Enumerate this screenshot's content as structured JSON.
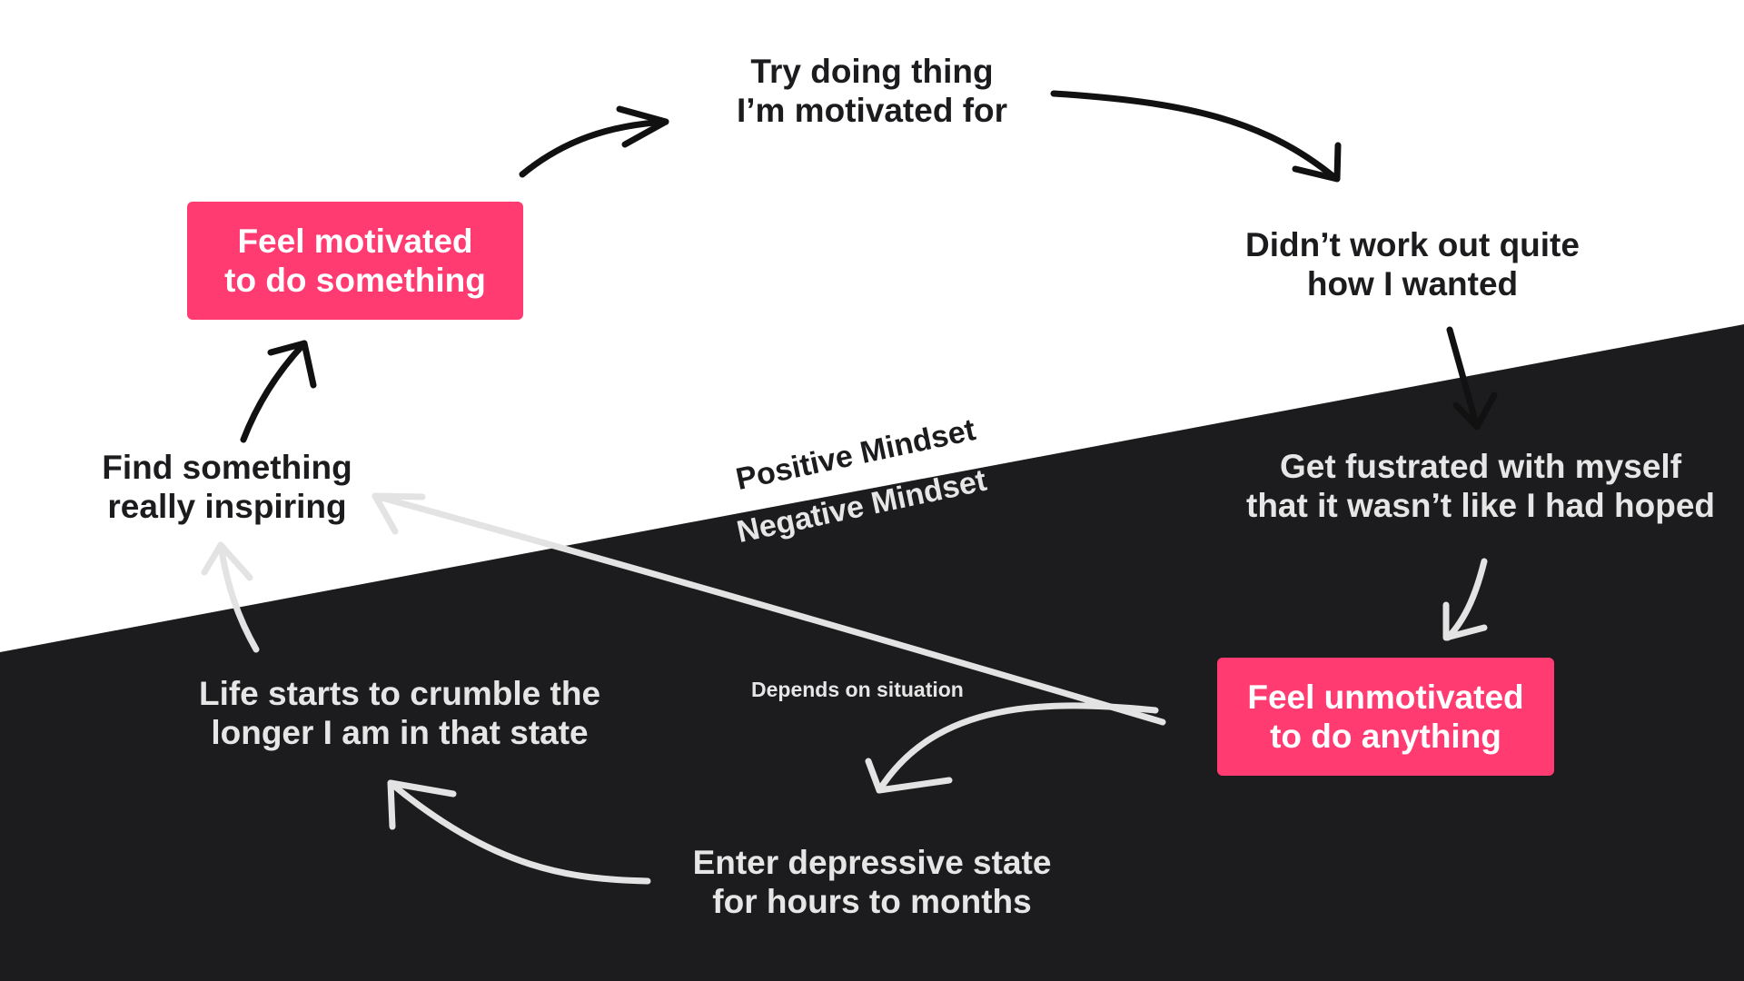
{
  "colors": {
    "background_light": "#ffffff",
    "background_dark": "#1c1c1e",
    "accent_pink": "#ff3b72",
    "arrow_dark": "#111111",
    "arrow_light": "#e3e3e3"
  },
  "regions": {
    "positive_label": "Positive Mindset",
    "negative_label": "Negative Mindset"
  },
  "nodes": {
    "feel_motivated": {
      "line1": "Feel motivated",
      "line2": "to do something"
    },
    "try_doing": {
      "line1": "Try doing thing",
      "line2": "I’m motivated for"
    },
    "didnt_work": {
      "line1": "Didn’t work out quite",
      "line2": "how I wanted"
    },
    "get_frustrated": {
      "line1": "Get fustrated with myself",
      "line2": "that it wasn’t like I had hoped"
    },
    "feel_unmotivated": {
      "line1": "Feel unmotivated",
      "line2": "to do anything"
    },
    "enter_depressive": {
      "line1": "Enter depressive state",
      "line2": "for hours to months"
    },
    "life_crumbles": {
      "line1": "Life starts to crumble the",
      "line2": "longer I am in that state"
    },
    "find_inspiring": {
      "line1": "Find something",
      "line2": "really inspiring"
    }
  },
  "annotations": {
    "depends_on_situation": "Depends on situation"
  },
  "arrows": [
    {
      "from": "feel_motivated",
      "to": "try_doing",
      "icon": "hand-drawn-arrow"
    },
    {
      "from": "try_doing",
      "to": "didnt_work",
      "icon": "hand-drawn-arrow"
    },
    {
      "from": "didnt_work",
      "to": "get_frustrated",
      "icon": "hand-drawn-arrow"
    },
    {
      "from": "get_frustrated",
      "to": "feel_unmotivated",
      "icon": "hand-drawn-arrow"
    },
    {
      "from": "feel_unmotivated",
      "to": "find_inspiring",
      "icon": "hand-drawn-arrow"
    },
    {
      "from": "feel_unmotivated",
      "to": "enter_depressive",
      "icon": "hand-drawn-arrow",
      "label": "Depends on situation"
    },
    {
      "from": "enter_depressive",
      "to": "life_crumbles",
      "icon": "hand-drawn-arrow"
    },
    {
      "from": "life_crumbles",
      "to": "find_inspiring",
      "icon": "hand-drawn-arrow"
    },
    {
      "from": "find_inspiring",
      "to": "feel_motivated",
      "icon": "hand-drawn-arrow"
    }
  ]
}
